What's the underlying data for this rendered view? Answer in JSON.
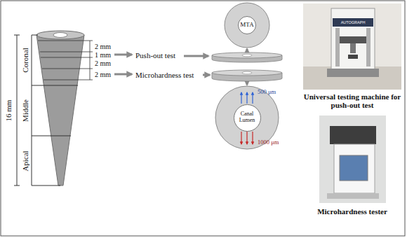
{
  "diagram": {
    "nodes": [
      {
        "text": [
          "MTA"
        ]
      },
      {
        "text": [
          "Canal Lumen"
        ]
      }
    ],
    "labels": [
      "Coronal",
      "Middle",
      "Apical",
      "16 mm",
      "2 mm",
      "1 mm",
      "2 mm",
      "2 mm",
      "Push-out test",
      "Microhardness test",
      "500 μm",
      "1000 μm",
      "AUTOGRAPH",
      "Universal testing machine for push-out test",
      "Microhardness tester"
    ]
  }
}
